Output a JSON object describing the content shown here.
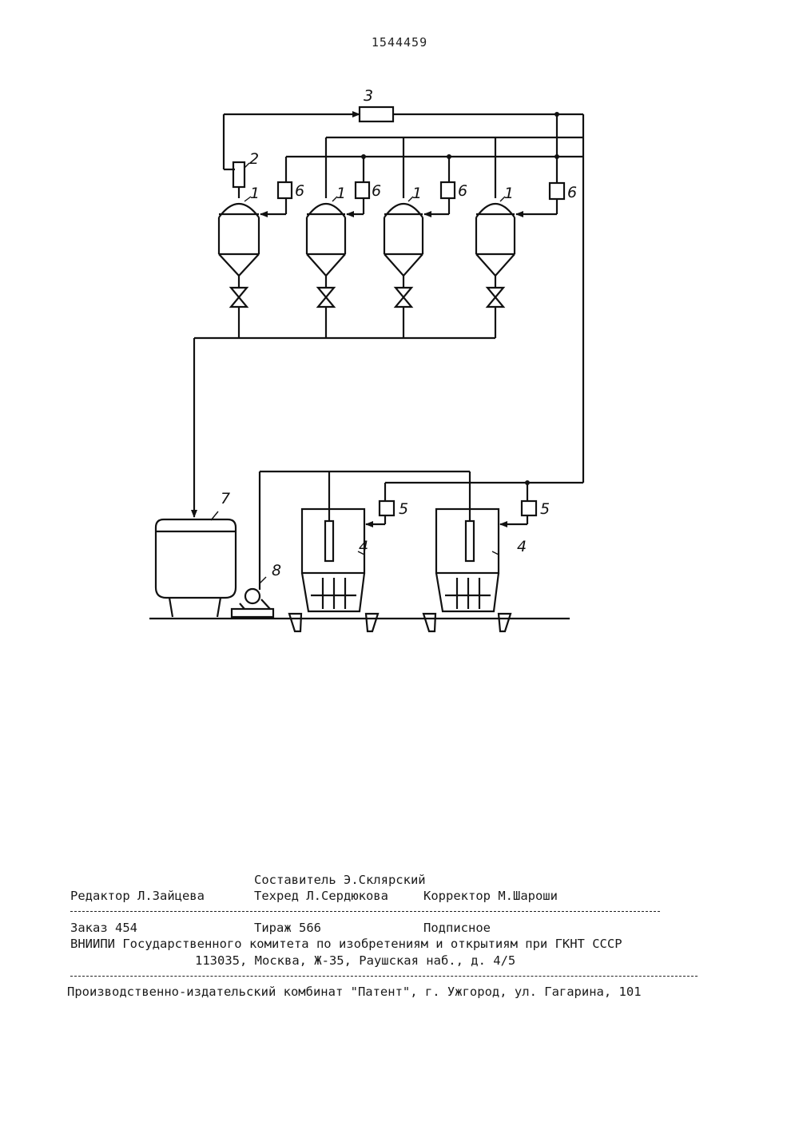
{
  "patent_number": "1544459",
  "labels": {
    "vessel": "1",
    "sensor_2": "2",
    "controller_3": "3",
    "press": "4",
    "press_valve": "5",
    "vessel_valve": "6",
    "tank": "7",
    "pump": "8"
  },
  "imprint": {
    "compiler": "Составитель Э.Склярский",
    "editor": "Редактор Л.Зайцева",
    "techred": "Техред Л.Сердюкова",
    "corrector": "Корректор М.Шароши",
    "order": "Заказ 454",
    "circulation": "Тираж 566",
    "subscription": "Подписное",
    "institute": "ВНИИПИ Государственного комитета по изобретениям и открытиям при ГКНТ СССР",
    "address": "113035, Москва, Ж-35, Раушская наб., д. 4/5",
    "printer": "Производственно-издательский комбинат \"Патент\", г. Ужгород, ул. Гагарина, 101"
  }
}
